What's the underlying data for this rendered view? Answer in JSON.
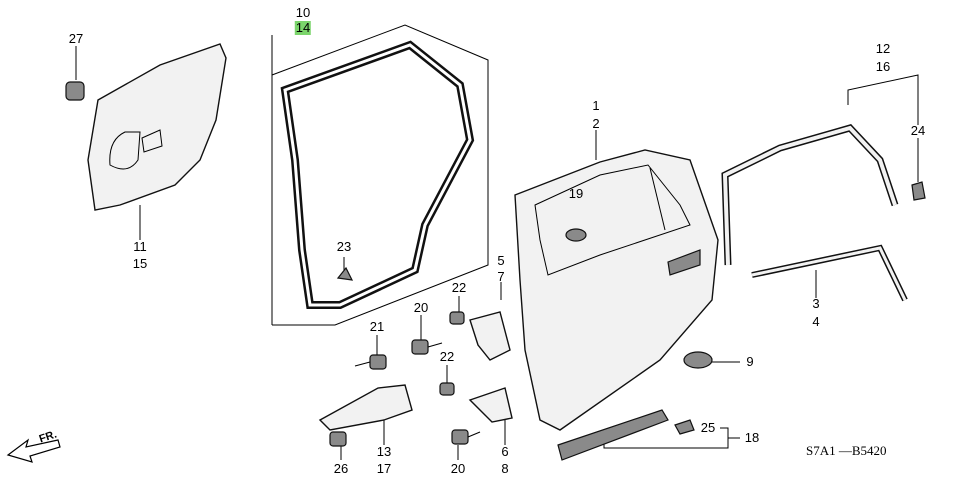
{
  "callouts": {
    "c10": "10",
    "c14": "14",
    "c27": "27",
    "c11": "11",
    "c15": "15",
    "c23": "23",
    "c1": "1",
    "c2": "2",
    "c19": "19",
    "c12": "12",
    "c16": "16",
    "c24": "24",
    "c5": "5",
    "c7": "7",
    "c22a": "22",
    "c20a": "20",
    "c21": "21",
    "c22b": "22",
    "c9": "9",
    "c3": "3",
    "c4": "4",
    "c13": "13",
    "c17": "17",
    "c26": "26",
    "c20b": "20",
    "c6": "6",
    "c8": "8",
    "c25": "25",
    "c18": "18"
  },
  "fr_label": "FR.",
  "diagram_code": "S7A1 —B5420",
  "colors": {
    "highlight": "#7bd56b",
    "line": "#000000",
    "part_fill": "#f2f2f2"
  }
}
